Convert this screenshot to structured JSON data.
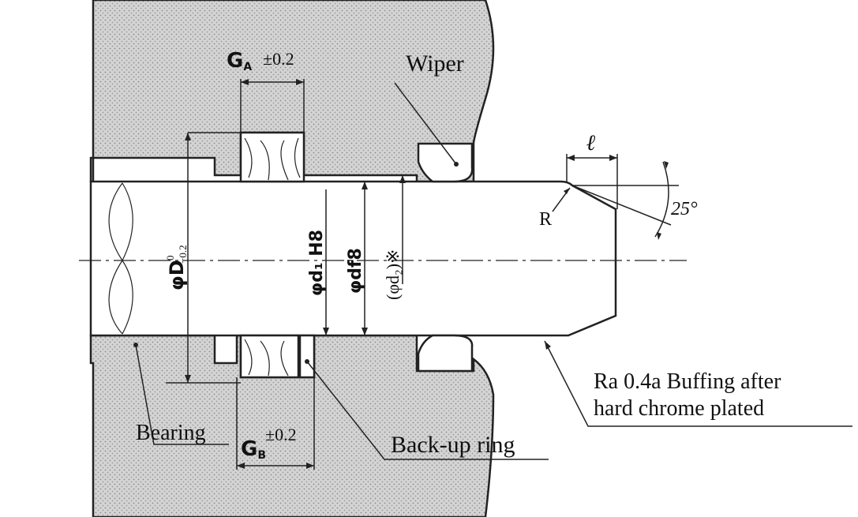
{
  "labels": {
    "ga": "G",
    "ga_sub": "A",
    "ga_tol": "±0.2",
    "gb": "G",
    "gb_sub": "B",
    "gb_tol": "±0.2",
    "wiper": "Wiper",
    "ell": "ℓ",
    "radius": "R",
    "angle": "25°",
    "phi_D": "φD",
    "phi_D_tol_upper": "0",
    "phi_D_tol_lower": "−0.2",
    "phi_d1": "φd₁ H8",
    "phi_d": "φdf8",
    "phi_d2": "(φd₂)※",
    "surface_line1": "Ra 0.4a Buffing after",
    "surface_line2": "hard chrome plated",
    "bearing": "Bearing",
    "backup_ring": "Back-up ring"
  },
  "colors": {
    "line": "#222222",
    "housing_dots": "#b8b8b8",
    "background": "#ffffff"
  }
}
